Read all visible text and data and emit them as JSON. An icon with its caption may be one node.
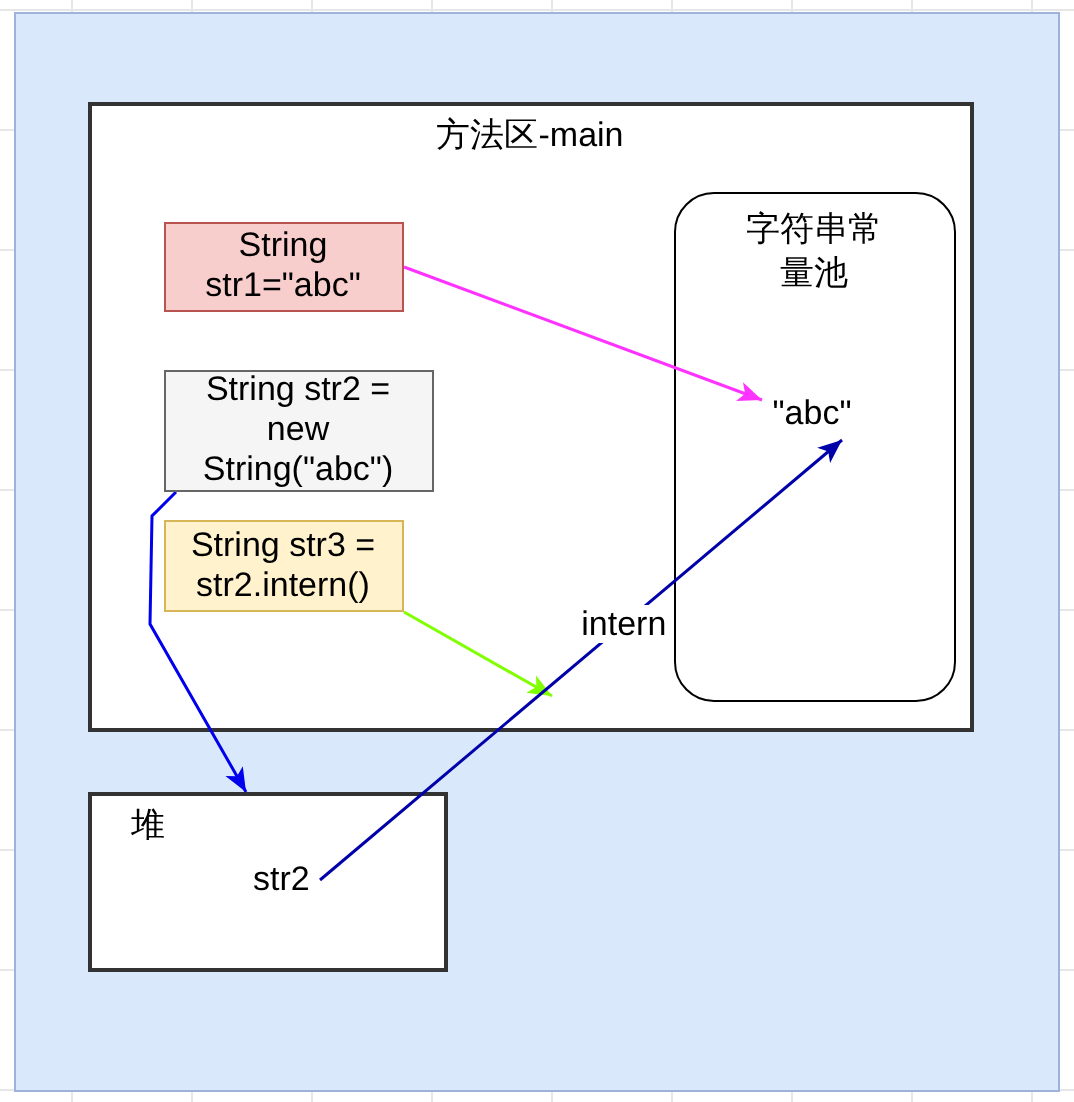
{
  "diagram": {
    "nodes": [
      {
        "text": [],
        "shape": "box"
      },
      {
        "text": [
          "方法区-main"
        ],
        "in": 0
      },
      {
        "text": [
          "String str1=\"abc\""
        ],
        "in": 1
      },
      {
        "text": [
          "String str2 = new String(\"abc\")"
        ],
        "in": 1
      },
      {
        "text": [
          "String str3 = str2.intern()"
        ],
        "in": 1
      },
      {
        "text": [
          "字符串常量池"
        ],
        "in": 1
      },
      {
        "text": [
          "\"abc\""
        ],
        "in": 5
      },
      {
        "text": [
          "堆"
        ],
        "in": 0
      },
      {
        "text": [
          "str2"
        ],
        "in": 7
      }
    ],
    "edges": [
      {
        "from": 2,
        "to": 6,
        "arrow": "to",
        "color": "#ff33ff"
      },
      {
        "from": 3,
        "to": 7,
        "arrow": "to",
        "color": "#0000ee"
      },
      {
        "from": 4,
        "to": null,
        "arrow": "to",
        "color": "#80ff00"
      },
      {
        "from": 8,
        "to": 6,
        "arrow": "to",
        "label": "intern",
        "color": "#0000aa"
      }
    ]
  }
}
